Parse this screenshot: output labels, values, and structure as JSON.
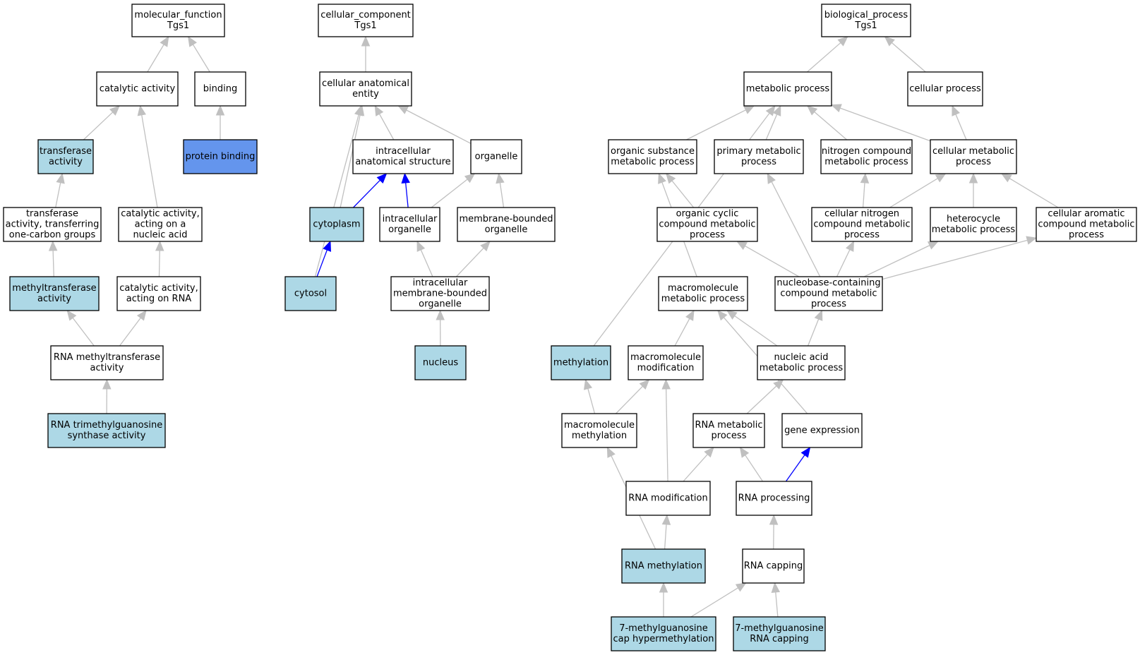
{
  "colors": {
    "fill_default": "#ffffff",
    "fill_light": "#add8e6",
    "fill_dark": "#6495ed",
    "edge_default": "#c0c0c0",
    "edge_highlight": "#0000ff"
  },
  "nodes": [
    {
      "id": "mf",
      "lines": [
        "molecular_function",
        "Tgs1"
      ],
      "fill": "default"
    },
    {
      "id": "cat",
      "lines": [
        "catalytic activity"
      ],
      "fill": "default"
    },
    {
      "id": "bind",
      "lines": [
        "binding"
      ],
      "fill": "default"
    },
    {
      "id": "trans",
      "lines": [
        "transferase",
        "activity"
      ],
      "fill": "light"
    },
    {
      "id": "pbind",
      "lines": [
        "protein binding"
      ],
      "fill": "dark"
    },
    {
      "id": "trans1c",
      "lines": [
        "transferase",
        "activity, transferring",
        "one-carbon groups"
      ],
      "fill": "default"
    },
    {
      "id": "catnuc",
      "lines": [
        "catalytic activity,",
        "acting on a",
        "nucleic acid"
      ],
      "fill": "default"
    },
    {
      "id": "mtase",
      "lines": [
        "methyltransferase",
        "activity"
      ],
      "fill": "light"
    },
    {
      "id": "catrna",
      "lines": [
        "catalytic activity,",
        "acting on RNA"
      ],
      "fill": "default"
    },
    {
      "id": "rnamt",
      "lines": [
        "RNA methyltransferase",
        "activity"
      ],
      "fill": "default"
    },
    {
      "id": "tmg",
      "lines": [
        "RNA trimethylguanosine",
        "synthase activity"
      ],
      "fill": "light"
    },
    {
      "id": "cc",
      "lines": [
        "cellular_component",
        "Tgs1"
      ],
      "fill": "default"
    },
    {
      "id": "cae",
      "lines": [
        "cellular anatomical",
        "entity"
      ],
      "fill": "default"
    },
    {
      "id": "ias",
      "lines": [
        "intracellular",
        "anatomical structure"
      ],
      "fill": "default"
    },
    {
      "id": "org",
      "lines": [
        "organelle"
      ],
      "fill": "default"
    },
    {
      "id": "cyto",
      "lines": [
        "cytoplasm"
      ],
      "fill": "light"
    },
    {
      "id": "iorg",
      "lines": [
        "intracellular",
        "organelle"
      ],
      "fill": "default"
    },
    {
      "id": "mbo",
      "lines": [
        "membrane-bounded",
        "organelle"
      ],
      "fill": "default"
    },
    {
      "id": "cytosol",
      "lines": [
        "cytosol"
      ],
      "fill": "light"
    },
    {
      "id": "imbo",
      "lines": [
        "intracellular",
        "membrane-bounded",
        "organelle"
      ],
      "fill": "default"
    },
    {
      "id": "nucleus",
      "lines": [
        "nucleus"
      ],
      "fill": "light"
    },
    {
      "id": "bp",
      "lines": [
        "biological_process",
        "Tgs1"
      ],
      "fill": "default"
    },
    {
      "id": "metab",
      "lines": [
        "metabolic process"
      ],
      "fill": "default"
    },
    {
      "id": "cellproc",
      "lines": [
        "cellular process"
      ],
      "fill": "default"
    },
    {
      "id": "osmp",
      "lines": [
        "organic substance",
        "metabolic process"
      ],
      "fill": "default"
    },
    {
      "id": "pmp",
      "lines": [
        "primary metabolic",
        "process"
      ],
      "fill": "default"
    },
    {
      "id": "ncmp",
      "lines": [
        "nitrogen compound",
        "metabolic process"
      ],
      "fill": "default"
    },
    {
      "id": "cmp",
      "lines": [
        "cellular metabolic",
        "process"
      ],
      "fill": "default"
    },
    {
      "id": "occmp",
      "lines": [
        "organic cyclic",
        "compound metabolic",
        "process"
      ],
      "fill": "default"
    },
    {
      "id": "cncmp",
      "lines": [
        "cellular nitrogen",
        "compound metabolic",
        "process"
      ],
      "fill": "default"
    },
    {
      "id": "hmp",
      "lines": [
        "heterocycle",
        "metabolic process"
      ],
      "fill": "default"
    },
    {
      "id": "cacmp",
      "lines": [
        "cellular aromatic",
        "compound metabolic",
        "process"
      ],
      "fill": "default"
    },
    {
      "id": "mmp",
      "lines": [
        "macromolecule",
        "metabolic process"
      ],
      "fill": "default"
    },
    {
      "id": "nbcmp",
      "lines": [
        "nucleobase-containing",
        "compound metabolic",
        "process"
      ],
      "fill": "default"
    },
    {
      "id": "meth",
      "lines": [
        "methylation"
      ],
      "fill": "light"
    },
    {
      "id": "mmod",
      "lines": [
        "macromolecule",
        "modification"
      ],
      "fill": "default"
    },
    {
      "id": "namp",
      "lines": [
        "nucleic acid",
        "metabolic process"
      ],
      "fill": "default"
    },
    {
      "id": "mmeth",
      "lines": [
        "macromolecule",
        "methylation"
      ],
      "fill": "default"
    },
    {
      "id": "rnamp",
      "lines": [
        "RNA metabolic",
        "process"
      ],
      "fill": "default"
    },
    {
      "id": "gexp",
      "lines": [
        "gene expression"
      ],
      "fill": "default"
    },
    {
      "id": "rnamod",
      "lines": [
        "RNA modification"
      ],
      "fill": "default"
    },
    {
      "id": "rnaproc",
      "lines": [
        "RNA processing"
      ],
      "fill": "default"
    },
    {
      "id": "rnameth",
      "lines": [
        "RNA methylation"
      ],
      "fill": "light"
    },
    {
      "id": "rnacap",
      "lines": [
        "RNA capping"
      ],
      "fill": "default"
    },
    {
      "id": "capmeth",
      "lines": [
        "7-methylguanosine",
        "cap hypermethylation"
      ],
      "fill": "light"
    },
    {
      "id": "m7gcap",
      "lines": [
        "7-methylguanosine",
        "RNA capping"
      ],
      "fill": "light"
    }
  ],
  "edges": [
    {
      "from": "cat",
      "to": "mf",
      "highlight": false
    },
    {
      "from": "bind",
      "to": "mf",
      "highlight": false
    },
    {
      "from": "trans",
      "to": "cat",
      "highlight": false
    },
    {
      "from": "catnuc",
      "to": "cat",
      "highlight": false
    },
    {
      "from": "pbind",
      "to": "bind",
      "highlight": false
    },
    {
      "from": "trans1c",
      "to": "trans",
      "highlight": false
    },
    {
      "from": "catrna",
      "to": "catnuc",
      "highlight": false
    },
    {
      "from": "mtase",
      "to": "trans1c",
      "highlight": false
    },
    {
      "from": "rnamt",
      "to": "mtase",
      "highlight": false
    },
    {
      "from": "rnamt",
      "to": "catrna",
      "highlight": false
    },
    {
      "from": "tmg",
      "to": "rnamt",
      "highlight": false
    },
    {
      "from": "cae",
      "to": "cc",
      "highlight": false
    },
    {
      "from": "ias",
      "to": "cae",
      "highlight": false
    },
    {
      "from": "org",
      "to": "cae",
      "highlight": false
    },
    {
      "from": "cyto",
      "to": "cae",
      "highlight": false
    },
    {
      "from": "cytosol",
      "to": "cae",
      "highlight": false
    },
    {
      "from": "cyto",
      "to": "ias",
      "highlight": true
    },
    {
      "from": "iorg",
      "to": "ias",
      "highlight": true
    },
    {
      "from": "iorg",
      "to": "org",
      "highlight": false
    },
    {
      "from": "mbo",
      "to": "org",
      "highlight": false
    },
    {
      "from": "cytosol",
      "to": "cyto",
      "highlight": true
    },
    {
      "from": "imbo",
      "to": "iorg",
      "highlight": false
    },
    {
      "from": "imbo",
      "to": "mbo",
      "highlight": false
    },
    {
      "from": "nucleus",
      "to": "imbo",
      "highlight": false
    },
    {
      "from": "metab",
      "to": "bp",
      "highlight": false
    },
    {
      "from": "cellproc",
      "to": "bp",
      "highlight": false
    },
    {
      "from": "osmp",
      "to": "metab",
      "highlight": false
    },
    {
      "from": "pmp",
      "to": "metab",
      "highlight": false
    },
    {
      "from": "ncmp",
      "to": "metab",
      "highlight": false
    },
    {
      "from": "cmp",
      "to": "metab",
      "highlight": false
    },
    {
      "from": "meth",
      "to": "metab",
      "highlight": false
    },
    {
      "from": "cmp",
      "to": "cellproc",
      "highlight": false
    },
    {
      "from": "occmp",
      "to": "osmp",
      "highlight": false
    },
    {
      "from": "mmp",
      "to": "osmp",
      "highlight": false
    },
    {
      "from": "nbcmp",
      "to": "pmp",
      "highlight": false
    },
    {
      "from": "cncmp",
      "to": "ncmp",
      "highlight": false
    },
    {
      "from": "cncmp",
      "to": "cmp",
      "highlight": false
    },
    {
      "from": "hmp",
      "to": "cmp",
      "highlight": false
    },
    {
      "from": "cacmp",
      "to": "cmp",
      "highlight": false
    },
    {
      "from": "nbcmp",
      "to": "occmp",
      "highlight": false
    },
    {
      "from": "nbcmp",
      "to": "cncmp",
      "highlight": false
    },
    {
      "from": "nbcmp",
      "to": "hmp",
      "highlight": false
    },
    {
      "from": "nbcmp",
      "to": "cacmp",
      "highlight": false
    },
    {
      "from": "mmod",
      "to": "mmp",
      "highlight": false
    },
    {
      "from": "namp",
      "to": "mmp",
      "highlight": false
    },
    {
      "from": "gexp",
      "to": "mmp",
      "highlight": false
    },
    {
      "from": "namp",
      "to": "nbcmp",
      "highlight": false
    },
    {
      "from": "mmeth",
      "to": "meth",
      "highlight": false
    },
    {
      "from": "mmeth",
      "to": "mmod",
      "highlight": false
    },
    {
      "from": "rnamod",
      "to": "mmod",
      "highlight": false
    },
    {
      "from": "rnamp",
      "to": "namp",
      "highlight": false
    },
    {
      "from": "rnameth",
      "to": "mmeth",
      "highlight": false
    },
    {
      "from": "rnamod",
      "to": "rnamp",
      "highlight": false
    },
    {
      "from": "rnaproc",
      "to": "rnamp",
      "highlight": false
    },
    {
      "from": "rnaproc",
      "to": "gexp",
      "highlight": true
    },
    {
      "from": "rnameth",
      "to": "rnamod",
      "highlight": false
    },
    {
      "from": "rnacap",
      "to": "rnaproc",
      "highlight": false
    },
    {
      "from": "capmeth",
      "to": "rnameth",
      "highlight": false
    },
    {
      "from": "capmeth",
      "to": "rnacap",
      "highlight": false
    },
    {
      "from": "m7gcap",
      "to": "rnacap",
      "highlight": false
    }
  ]
}
